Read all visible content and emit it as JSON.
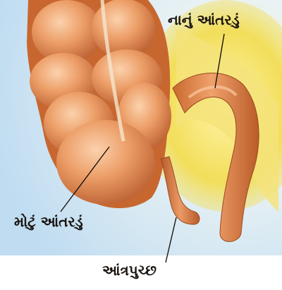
{
  "labels": {
    "small_intestine": "નાનું આંતરડું",
    "large_intestine": "મોટું આંતરડું",
    "appendix": "આંત્રપુચ્છ"
  },
  "colors": {
    "background_blue": "#cfe6f7",
    "fat_yellow": "#f3e46a",
    "intestine_orange": "#e08a52",
    "intestine_highlight": "#f7c29c",
    "leader_line": "#1a1410"
  }
}
